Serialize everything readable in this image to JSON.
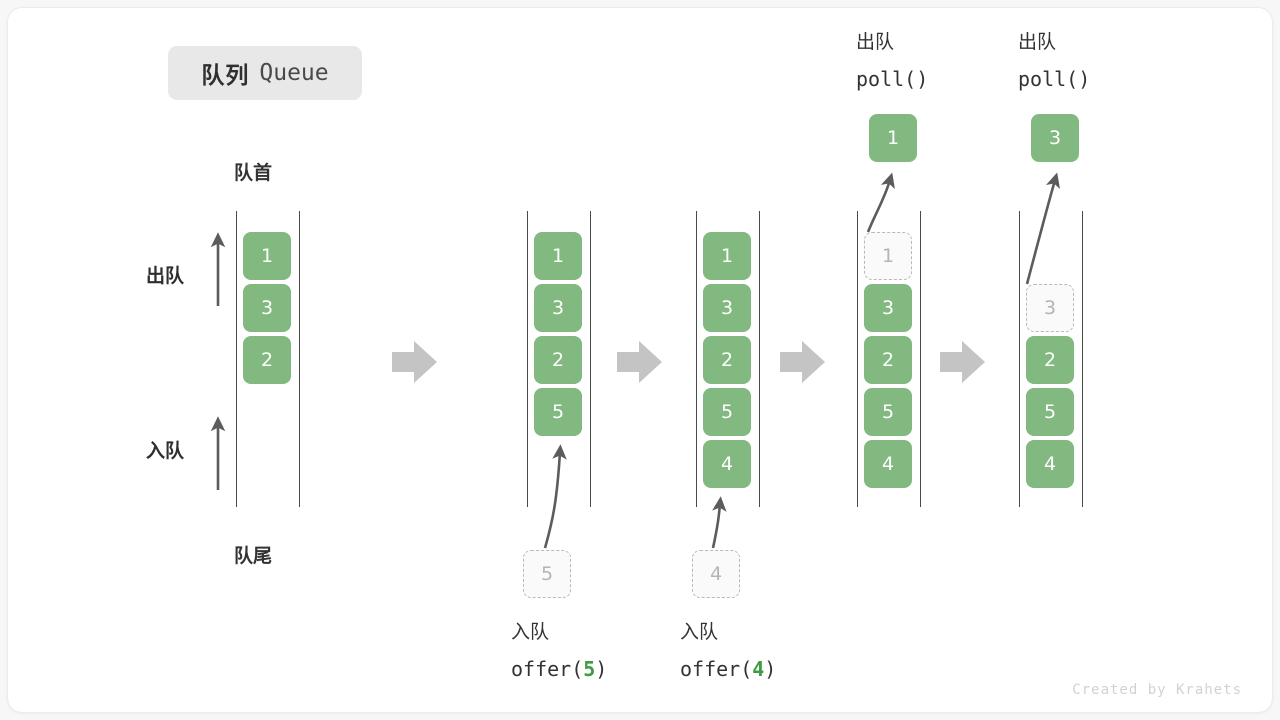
{
  "title": {
    "cn": "队列",
    "en": "Queue"
  },
  "labels": {
    "head": "队首",
    "tail": "队尾",
    "dequeue_side": "出队",
    "enqueue_side": "入队"
  },
  "watermark": "Created by Krahets",
  "colors": {
    "item_green": "#82b980",
    "ghost_fill": "#fafafa",
    "ghost_border": "#b9b9b9",
    "rail": "#4a4a4a",
    "arrow_gray": "#c4c4c4",
    "accent_green": "#3f9a42",
    "badge_bg": "#e8e8e8",
    "text": "#333333"
  },
  "steps": [
    {
      "id": "initial",
      "items": [
        "1",
        "3",
        "2"
      ],
      "ghost_index": -1,
      "caption_cn": "",
      "caption_code": "",
      "top_label_cn": "",
      "top_label_code": "",
      "floating_value": "",
      "has_bottom_ghost": false,
      "bottom_ghost_value": ""
    },
    {
      "id": "offer-5",
      "items": [
        "1",
        "3",
        "2",
        "5"
      ],
      "ghost_index": -1,
      "caption_cn": "入队",
      "caption_code": "offer(5)",
      "caption_arg": "5",
      "top_label_cn": "",
      "top_label_code": "",
      "floating_value": "",
      "has_bottom_ghost": true,
      "bottom_ghost_value": "5"
    },
    {
      "id": "offer-4",
      "items": [
        "1",
        "3",
        "2",
        "5",
        "4"
      ],
      "ghost_index": -1,
      "caption_cn": "入队",
      "caption_code": "offer(4)",
      "caption_arg": "4",
      "top_label_cn": "",
      "top_label_code": "",
      "floating_value": "",
      "has_bottom_ghost": true,
      "bottom_ghost_value": "4"
    },
    {
      "id": "poll-1",
      "items": [
        "1",
        "3",
        "2",
        "5",
        "4"
      ],
      "ghost_index": 0,
      "caption_cn": "",
      "caption_code": "",
      "top_label_cn": "出队",
      "top_label_code": "poll()",
      "floating_value": "1",
      "has_bottom_ghost": false,
      "bottom_ghost_value": ""
    },
    {
      "id": "poll-3",
      "items": [
        "",
        "3",
        "2",
        "5",
        "4"
      ],
      "ghost_index": 1,
      "caption_cn": "",
      "caption_code": "",
      "top_label_cn": "出队",
      "top_label_code": "poll()",
      "floating_value": "3",
      "has_bottom_ghost": false,
      "bottom_ghost_value": ""
    }
  ],
  "transitions": [
    "arrow-right-1",
    "arrow-right-2",
    "arrow-right-3",
    "arrow-right-4"
  ]
}
